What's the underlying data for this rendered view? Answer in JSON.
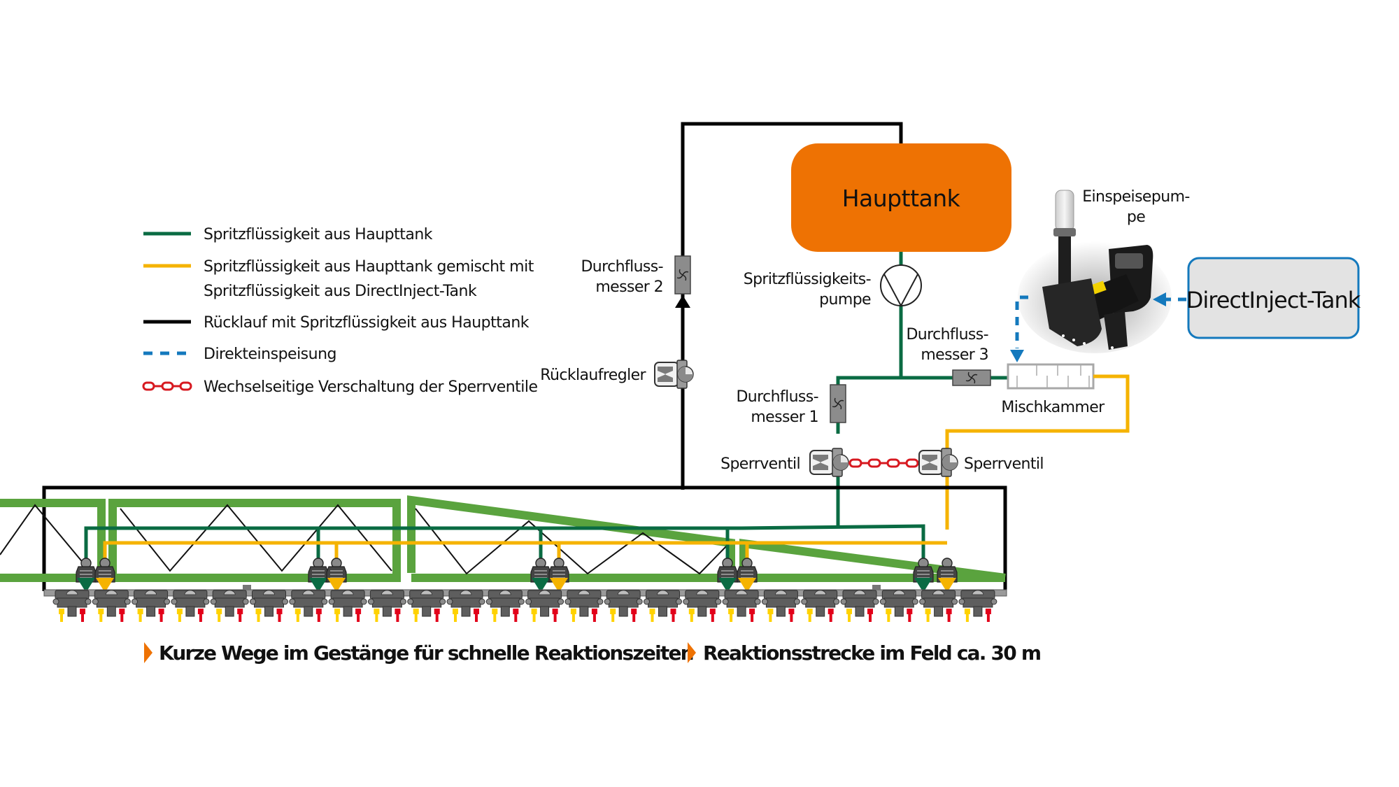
{
  "colors": {
    "green_line": "#0a6b43",
    "yellow_line": "#f5b300",
    "black_line": "#000000",
    "blue_dash": "#1479bd",
    "red_chain": "#d71920",
    "tank_orange": "#ee7203",
    "boom_green": "#5aa33e",
    "di_tank_fill": "#e3e3e3",
    "caption_arrow": "#ee7203",
    "device_gray": "#8c8c8c"
  },
  "legend": {
    "items": [
      {
        "style": "solid-green",
        "label": "Spritzflüssigkeit aus Haupttank"
      },
      {
        "style": "solid-yellow",
        "label": "Spritzflüssigkeit aus Haupttank gemischt mit",
        "label2": "Spritzflüssigkeit aus DirectInject-Tank"
      },
      {
        "style": "solid-black",
        "label": "Rücklauf mit Spritzflüssigkeit aus Haupttank"
      },
      {
        "style": "dashed-blue",
        "label": "Direkteinspeisung"
      },
      {
        "style": "chain-red",
        "label": "Wechselseitige Verschaltung der Sperrventile"
      }
    ]
  },
  "components": {
    "main_tank": "Haupttank",
    "spray_pump_l1": "Spritzflüssigkeits-",
    "spray_pump_l2": "pumpe",
    "flowmeter2_l1": "Durchfluss-",
    "flowmeter2_l2": "messer 2",
    "return_regulator": "Rücklaufregler",
    "flowmeter1_l1": "Durchfluss-",
    "flowmeter1_l2": "messer 1",
    "flowmeter3_l1": "Durchfluss-",
    "flowmeter3_l2": "messer 3",
    "mixing_chamber": "Mischkammer",
    "shutoff_valve_left": "Sperrventil",
    "shutoff_valve_right": "Sperrventil",
    "injection_pump_l1": "Einspeisepum-",
    "injection_pump_l2": "pe",
    "directinject_tank": "DirectInject-Tank"
  },
  "boom": {
    "nozzle_count": 24
  },
  "captions": [
    {
      "text": "Kurze Wege im Gestänge für schnelle Reaktionszeiten",
      "icon": "triangle-right-icon"
    },
    {
      "text": "Reaktionsstrecke im Feld ca. 30 m",
      "icon": "triangle-right-icon"
    }
  ]
}
